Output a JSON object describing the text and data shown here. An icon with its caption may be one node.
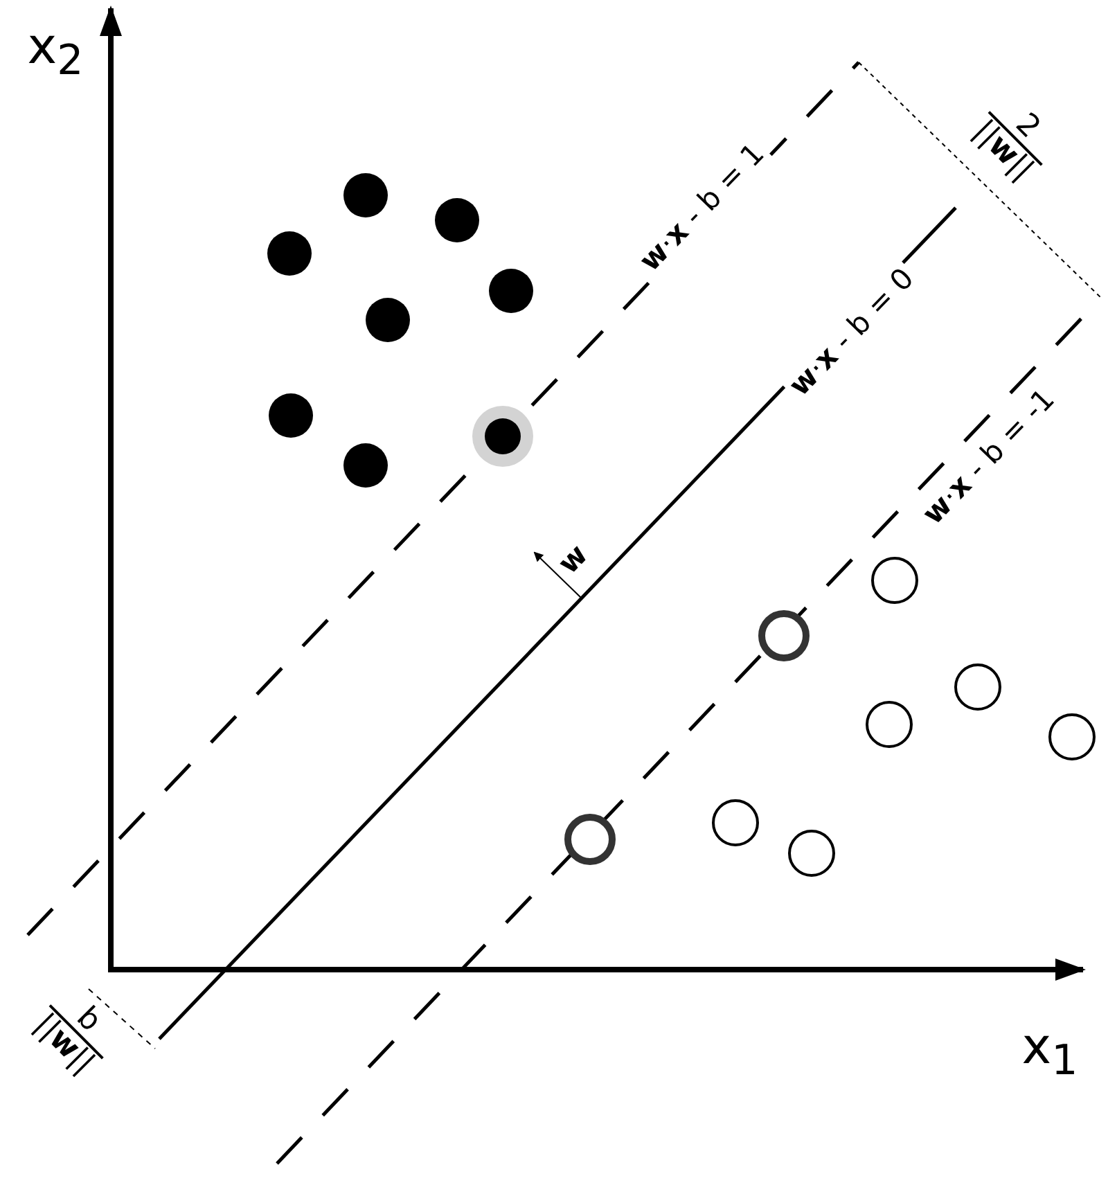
{
  "diagram": {
    "labels": [
      "x$_{2}$",
      "2",
      "||**w**||",
      "**w**·**x** - b = 1",
      "**w**·**x** - b = 0",
      "**w**·**x** - b = -1",
      "**w**",
      "b",
      "||**w**||",
      "x$_{1}$"
    ]
  }
}
